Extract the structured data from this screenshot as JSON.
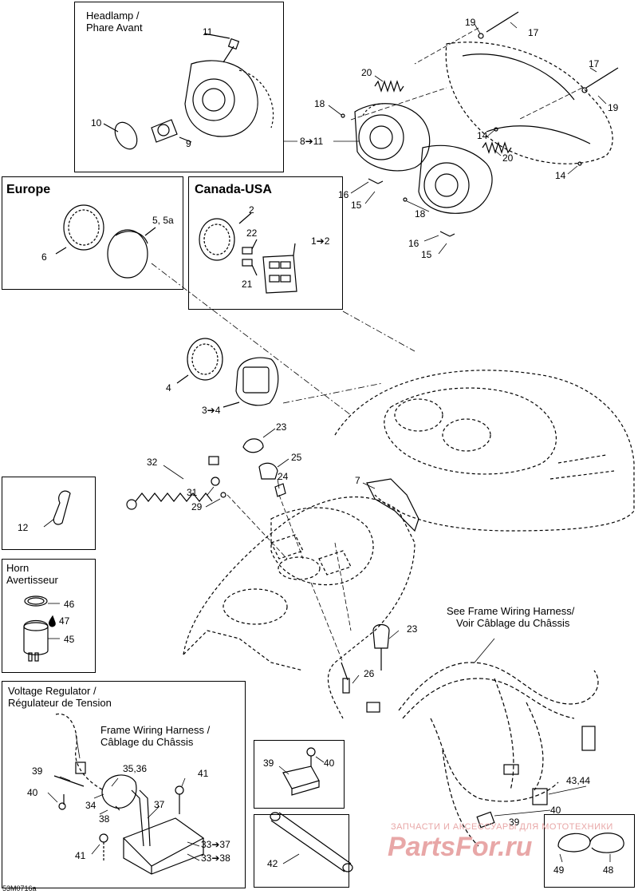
{
  "boxes": {
    "headlamp_title_1": "Headlamp /",
    "headlamp_title_2": "Phare Avant",
    "europe": "Europe",
    "canada_usa": "Canada-USA",
    "horn_1": "Horn",
    "horn_2": "Avertisseur",
    "voltage_1": "Voltage Regulator /",
    "voltage_2": "Régulateur de Tension",
    "frame_wiring_1": "Frame Wiring Harness /",
    "frame_wiring_2": "Câblage du Châssis"
  },
  "notes": {
    "see_frame_1": "See Frame Wiring Harness/",
    "see_frame_2": "Voir Câblage du Châssis"
  },
  "callouts": {
    "c11_top": "11",
    "c10": "10",
    "c9": "9",
    "c8_11": "8➔11",
    "c19a": "19",
    "c17a": "17",
    "c17b": "17",
    "c19b": "19",
    "c20a": "20",
    "c20b": "20",
    "c18a": "18",
    "c18b": "18",
    "c14a": "14",
    "c14b": "14",
    "c16a": "16",
    "c16b": "16",
    "c15a": "15",
    "c15b": "15",
    "c6": "6",
    "c5": "5, 5a",
    "c2": "2",
    "c22": "22",
    "c21": "21",
    "c1_2": "1➔2",
    "c4": "4",
    "c3_4": "3➔4",
    "c23a": "23",
    "c32": "32",
    "c25": "25",
    "c24": "24",
    "c31": "31",
    "c29": "29",
    "c7": "7",
    "c12": "12",
    "c46": "46",
    "c47": "47",
    "c45": "45",
    "c23b": "23",
    "c26": "26",
    "c39a": "39",
    "c40a": "40",
    "c35_36": "35,36",
    "c41a": "41",
    "c34": "34",
    "c37": "37",
    "c38": "38",
    "c41b": "41",
    "c33_37": "33➔37",
    "c33_38": "33➔38",
    "c39b": "39",
    "c40b": "40",
    "c42": "42",
    "c43_44": "43,44",
    "c40c": "40",
    "c39c": "39",
    "c49": "49",
    "c48": "48"
  },
  "watermark": {
    "line1": "ЗАПЧАСТИ И АКСЕССУАРЫ ДЛЯ МОТОТЕХНИКИ",
    "line2": "PartsFor.ru"
  },
  "reference": "53M0716a",
  "icons": [
    "drop-icon"
  ]
}
